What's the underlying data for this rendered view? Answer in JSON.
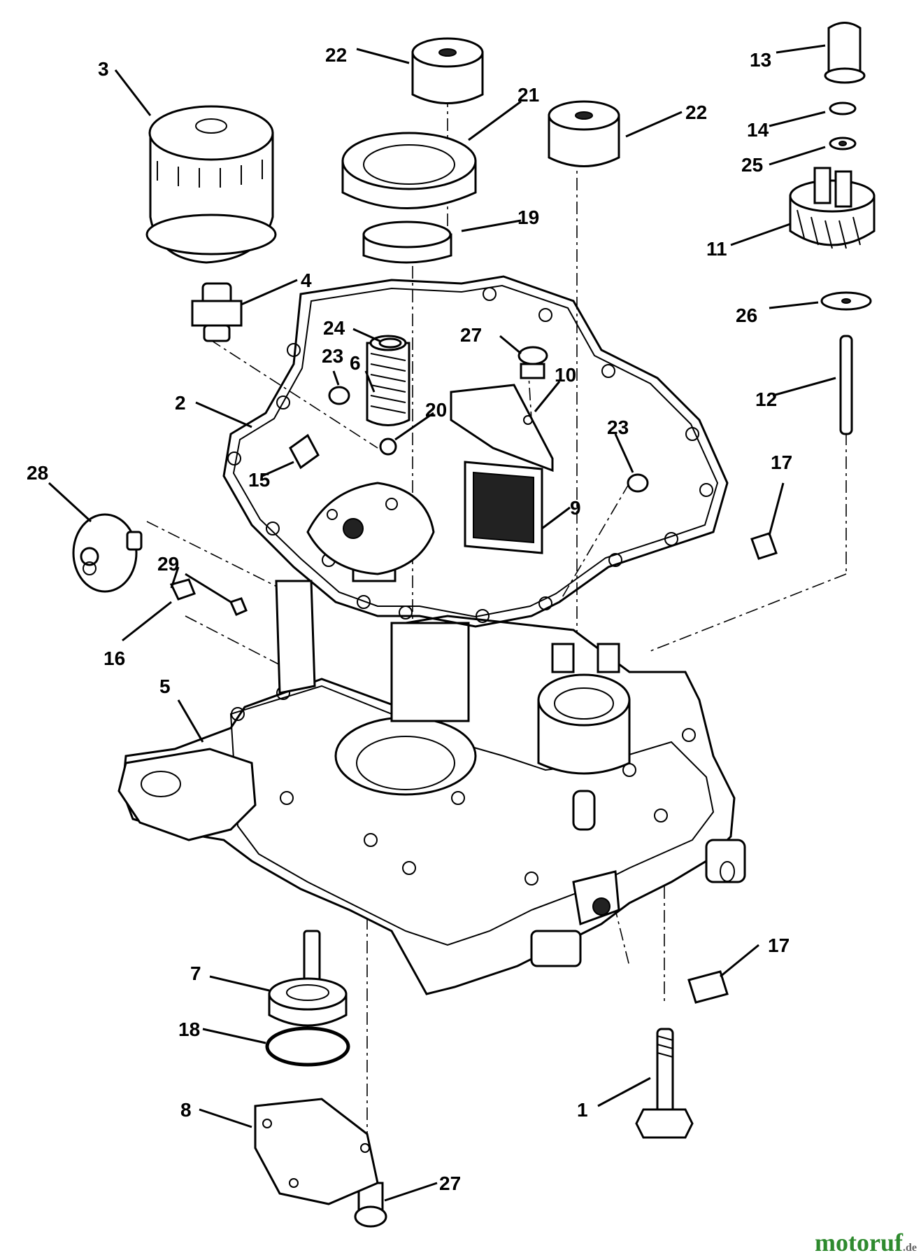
{
  "callouts": [
    {
      "id": "1",
      "text": "1"
    },
    {
      "id": "2",
      "text": "2"
    },
    {
      "id": "3",
      "text": "3"
    },
    {
      "id": "4",
      "text": "4"
    },
    {
      "id": "5",
      "text": "5"
    },
    {
      "id": "6",
      "text": "6"
    },
    {
      "id": "7",
      "text": "7"
    },
    {
      "id": "8",
      "text": "8"
    },
    {
      "id": "9",
      "text": "9"
    },
    {
      "id": "10",
      "text": "10"
    },
    {
      "id": "11",
      "text": "11"
    },
    {
      "id": "12",
      "text": "12"
    },
    {
      "id": "13",
      "text": "13"
    },
    {
      "id": "14",
      "text": "14"
    },
    {
      "id": "15",
      "text": "15"
    },
    {
      "id": "16",
      "text": "16"
    },
    {
      "id": "17a",
      "text": "17"
    },
    {
      "id": "17b",
      "text": "17"
    },
    {
      "id": "18",
      "text": "18"
    },
    {
      "id": "19",
      "text": "19"
    },
    {
      "id": "20",
      "text": "20"
    },
    {
      "id": "21",
      "text": "21"
    },
    {
      "id": "22a",
      "text": "22"
    },
    {
      "id": "22b",
      "text": "22"
    },
    {
      "id": "23a",
      "text": "23"
    },
    {
      "id": "23b",
      "text": "23"
    },
    {
      "id": "24",
      "text": "24"
    },
    {
      "id": "25",
      "text": "25"
    },
    {
      "id": "26",
      "text": "26"
    },
    {
      "id": "27a",
      "text": "27"
    },
    {
      "id": "27b",
      "text": "27"
    },
    {
      "id": "28",
      "text": "28"
    },
    {
      "id": "29",
      "text": "29"
    }
  ],
  "watermark": {
    "name": "motoruf",
    "suffix": ".de"
  },
  "colors": {
    "line": "#000000",
    "background": "#ffffff",
    "watermark": "#2e8a2e"
  }
}
